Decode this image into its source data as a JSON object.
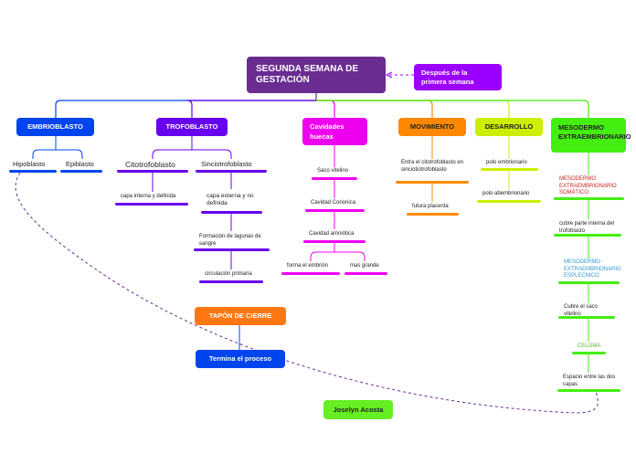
{
  "root": {
    "title": "SEGUNDA SEMANA DE GESTACIÓN",
    "color": "#6a2c91"
  },
  "note": {
    "text": "Después de la primera semana",
    "color": "#9b00ff"
  },
  "author": {
    "text": "Joselyn Acosta",
    "color": "#66ee22"
  },
  "branches": {
    "embrioblasto": {
      "label": "EMBRIOBLASTO",
      "color": "#0044ee",
      "children": [
        "Hipoblasto",
        "Epiblasto"
      ]
    },
    "trofoblasto": {
      "label": "TROFOBLASTO",
      "color": "#6600ee",
      "citotrofoblasto": "Citotrofoblasto",
      "citotrofoblasto_child": "capa interna y definida",
      "sinciotrofoblasto": "Sinciotrofoblasto",
      "sincio_children": [
        "capa externa y no definida",
        "Formación de lagunas de sangre",
        "circulación primaria"
      ]
    },
    "cavidades": {
      "label": "Cavidades huecas",
      "color": "#ee00ee",
      "children": [
        "Saco vitelino",
        "Cavidad Corionica",
        "Cavidad amniótica"
      ],
      "amniotica_children": [
        "forma el embrión",
        "mas grande"
      ]
    },
    "movimiento": {
      "label": "MOVIMIENTO",
      "color": "#ff8800",
      "children": [
        "Entra el citotrofoblasto en sinciotiotrofoblasto",
        "futura placenta"
      ]
    },
    "desarrollo": {
      "label": "DESARROLLO",
      "color": "#ccee00",
      "children": [
        "polo embrionario",
        "polo abembrionario"
      ]
    },
    "mesodermo": {
      "label": "MESODERMO EXTRAEMBRIONARIO",
      "color": "#44ee11",
      "children": [
        {
          "text": "MESODERMO EXTRAEMBRIONARIO SOMÁTICO",
          "color": "#cc2222"
        },
        {
          "text": "cubre parte interna del trofoblasto",
          "color": "#222222"
        },
        {
          "text": "MESODERMO EXTRAEMBRIONARIO ESPLECNICO",
          "color": "#3399cc"
        },
        {
          "text": "Cubre el saco vitelino",
          "color": "#222222"
        },
        {
          "text": "CELOMA",
          "color": "#55bb33"
        },
        {
          "text": "Espacio entre las dos capas",
          "color": "#222222"
        }
      ]
    }
  },
  "tapon": {
    "label": "TAPÓN DE CIERRE",
    "color": "#ff7711"
  },
  "termina": {
    "label": "Termina el proceso",
    "color": "#0044ee"
  }
}
